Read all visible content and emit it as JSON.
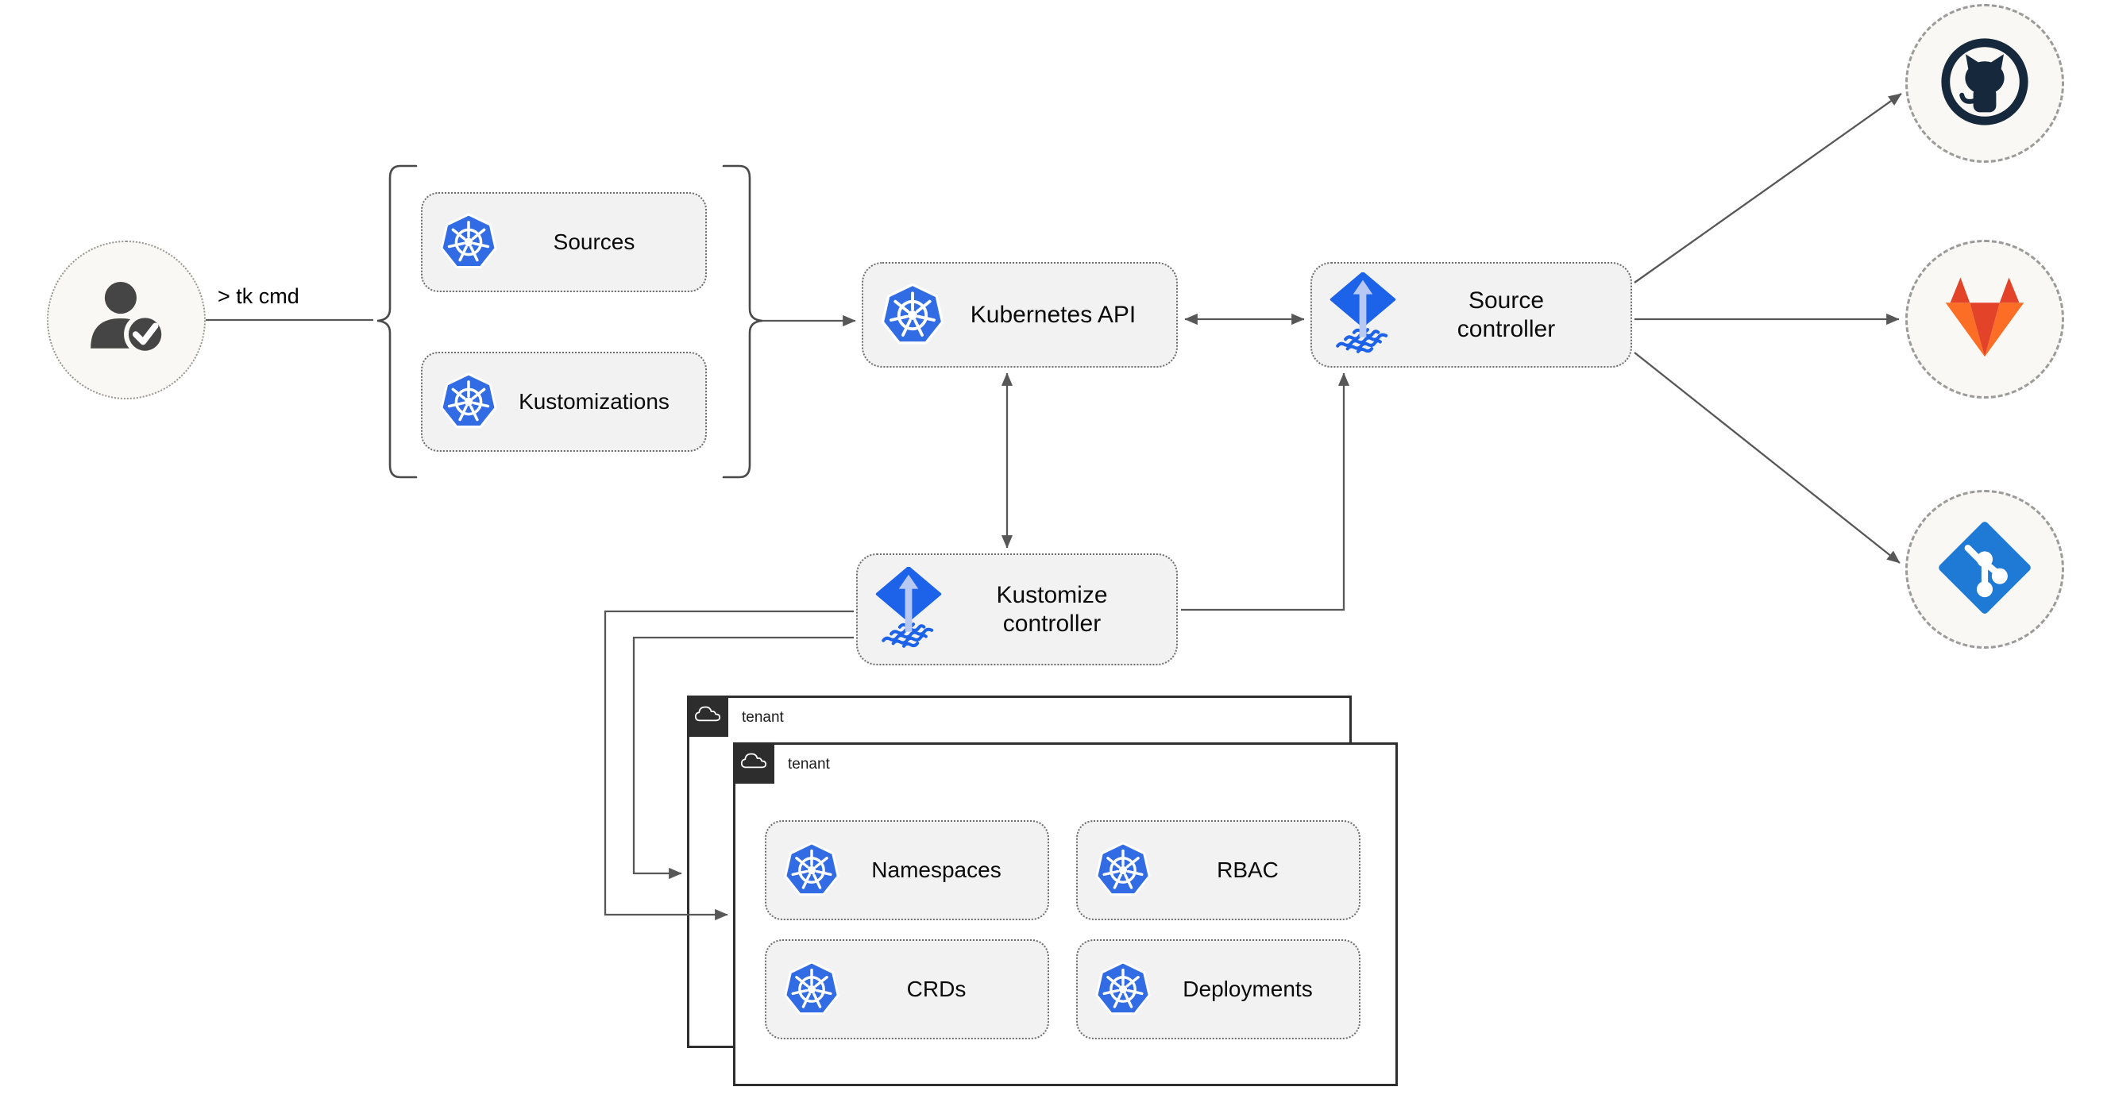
{
  "diagram": {
    "cli_label": "> tk cmd",
    "cluster": {
      "crd_group": [
        {
          "id": "sources",
          "label": "Sources",
          "icon": "kubernetes-icon"
        },
        {
          "id": "kustomizations",
          "label": "Kustomizations",
          "icon": "kubernetes-icon"
        }
      ],
      "api": {
        "label": "Kubernetes API",
        "icon": "kubernetes-icon"
      },
      "controllers": [
        {
          "id": "source-controller",
          "label": "Source controller",
          "icon": "flux-icon"
        },
        {
          "id": "kustomize-controller",
          "label": "Kustomize controller",
          "icon": "flux-icon"
        }
      ]
    },
    "tenants": [
      {
        "id": "tenant-back",
        "label": "tenant",
        "icon": "cloud-icon"
      },
      {
        "id": "tenant-front",
        "label": "tenant",
        "icon": "cloud-icon",
        "resources": [
          {
            "label": "Namespaces",
            "icon": "kubernetes-icon"
          },
          {
            "label": "RBAC",
            "icon": "kubernetes-icon"
          },
          {
            "label": "CRDs",
            "icon": "kubernetes-icon"
          },
          {
            "label": "Deployments",
            "icon": "kubernetes-icon"
          }
        ]
      }
    ],
    "actor": {
      "icon": "user-check-icon"
    },
    "remotes": [
      {
        "id": "github",
        "icon": "github-icon"
      },
      {
        "id": "gitlab",
        "icon": "gitlab-icon"
      },
      {
        "id": "git",
        "icon": "git-icon"
      }
    ],
    "colors": {
      "kubernetes_blue": "#326CE5",
      "flux_blue": "#1d63ea",
      "flux_arrow_light": "#b7c9f3",
      "gitlab_red": "#e24329",
      "gitlab_orange": "#fc6d26",
      "git_blue": "#1e7ad5",
      "github_ink": "#16283c",
      "line_gray": "#575757",
      "node_fill": "#f2f2f2",
      "tenant_tab": "#2d2d2d",
      "circle_fill": "#faf8f4"
    }
  }
}
